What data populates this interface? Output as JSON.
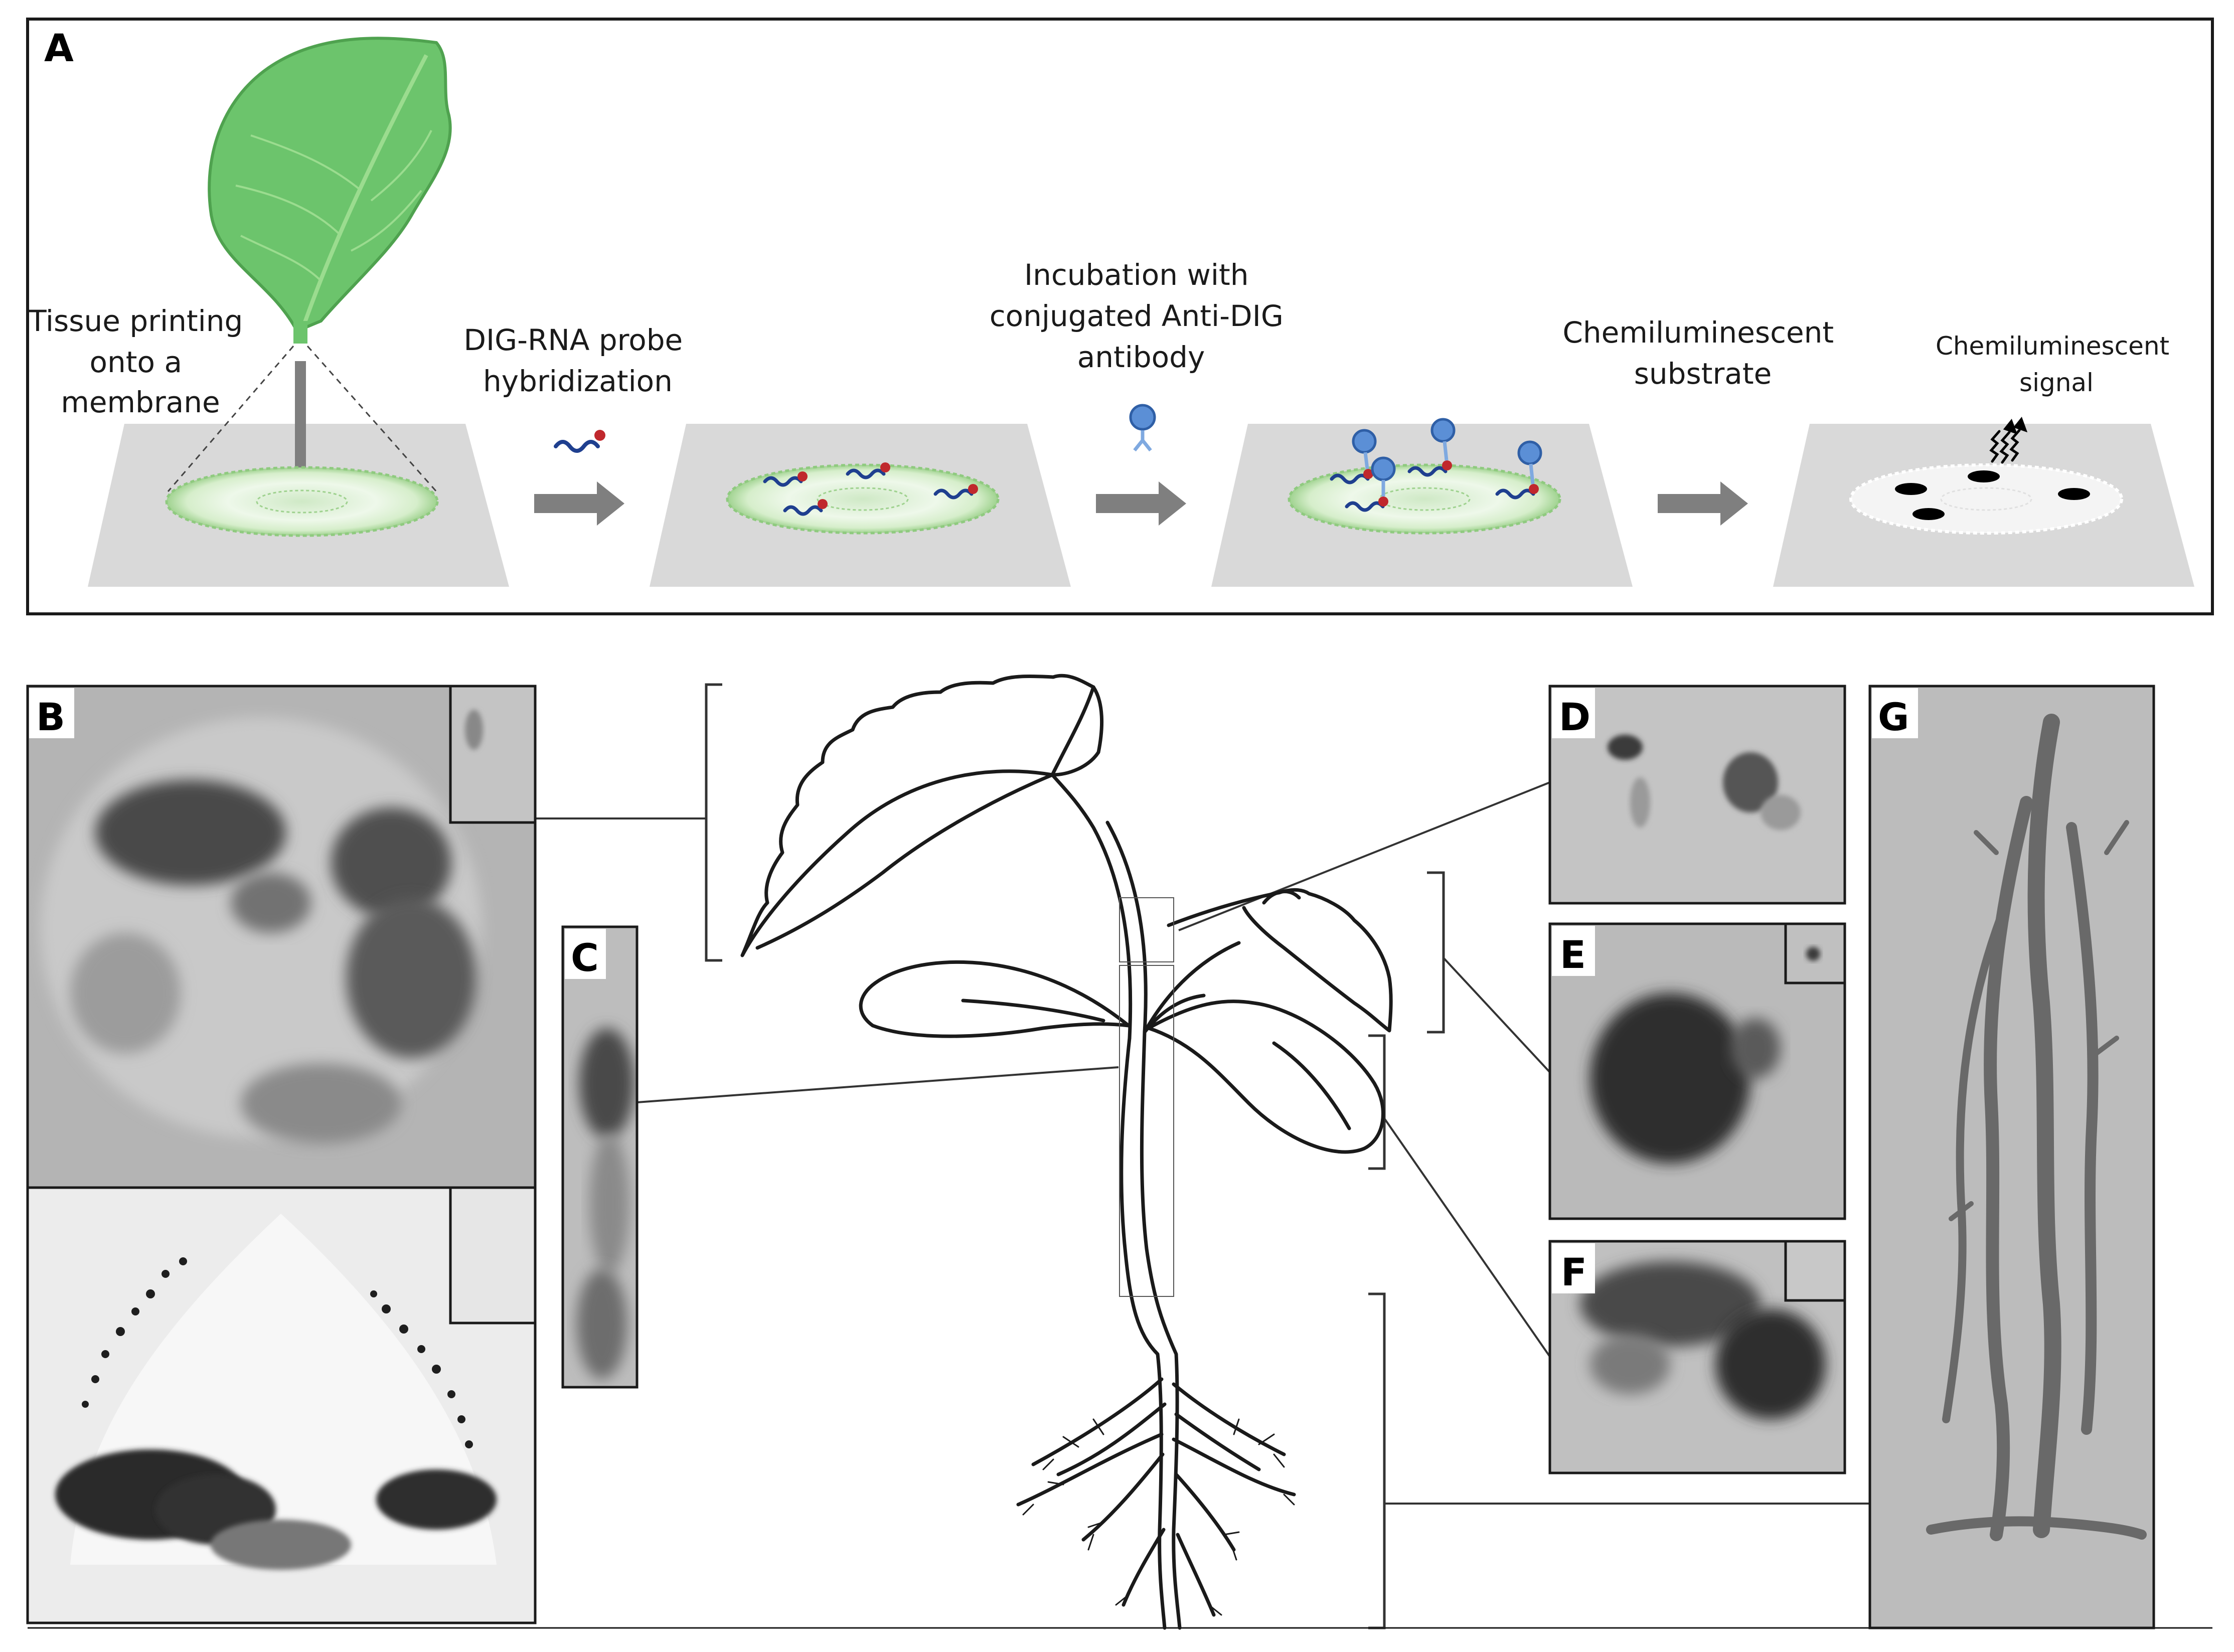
{
  "panel_a": {
    "letter": "A",
    "steps": [
      {
        "lines": [
          "Tissue printing",
          "onto a",
          "membrane"
        ]
      },
      {
        "lines": [
          "DIG-RNA probe",
          "hybridization"
        ]
      },
      {
        "lines": [
          "Incubation with",
          "conjugated Anti-DIG",
          "antibody"
        ]
      },
      {
        "lines": [
          "Chemiluminescent",
          "substrate"
        ]
      },
      {
        "lines": [
          "Chemiluminescent",
          "signal"
        ]
      }
    ]
  },
  "panels": {
    "b": "B",
    "c": "C",
    "d": "D",
    "e": "E",
    "f": "F",
    "g": "G"
  },
  "colors": {
    "leaf": "#6cc46c",
    "membrane": "#d9d9d9",
    "arrow": "#7f7f7f",
    "probe": "#1f3f8f",
    "dig_label": "#c0282d",
    "antibody": "#5b8fd6",
    "frame": "#1a1a1a"
  }
}
